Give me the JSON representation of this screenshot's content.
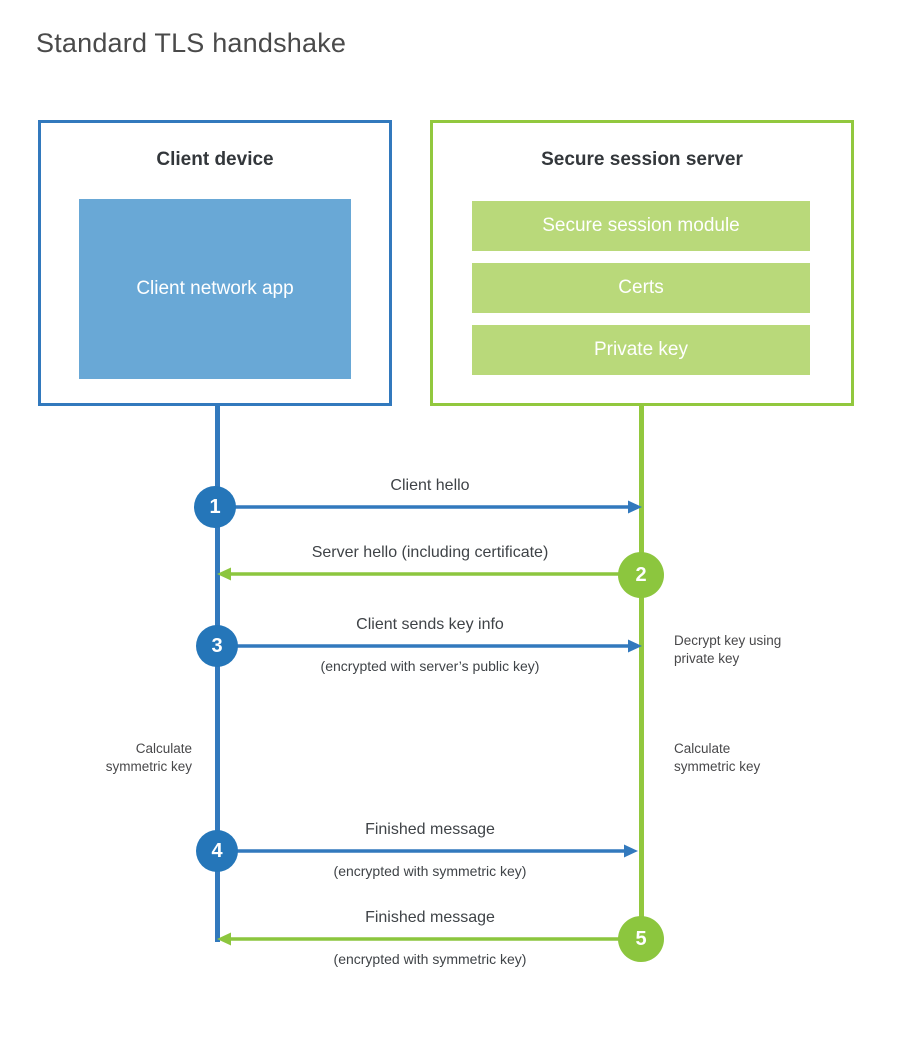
{
  "title": "Standard TLS handshake",
  "colors": {
    "client_border": "#3279bd",
    "client_fill": "#69a8d6",
    "server_border": "#92c83e",
    "server_fill": "#b9d97a",
    "client_accent": "#2576b9",
    "server_accent": "#8cc63e",
    "text": "#3c3c3c",
    "background": "#ffffff"
  },
  "client": {
    "title": "Client device",
    "app_label": "Client network app"
  },
  "server": {
    "title": "Secure session server",
    "modules": [
      {
        "label": "Secure session module"
      },
      {
        "label": "Certs"
      },
      {
        "label": "Private key"
      }
    ]
  },
  "messages": [
    {
      "step": "1",
      "label": "Client hello",
      "sublabel": "",
      "direction": "client-to-server",
      "color": "#3279bd"
    },
    {
      "step": "2",
      "label": "Server hello (including certificate)",
      "sublabel": "",
      "direction": "server-to-client",
      "color": "#8cc63e"
    },
    {
      "step": "3",
      "label": "Client sends key info",
      "sublabel": "(encrypted with server’s public key)",
      "direction": "client-to-server",
      "color": "#3279bd"
    },
    {
      "step": "4",
      "label": "Finished message",
      "sublabel": "(encrypted with symmetric key)",
      "direction": "client-to-server",
      "color": "#3279bd"
    },
    {
      "step": "5",
      "label": "Finished message",
      "sublabel": "(encrypted with symmetric key)",
      "direction": "server-to-client",
      "color": "#8cc63e"
    }
  ],
  "annotations": {
    "decrypt_key": "Decrypt key using\nprivate key",
    "client_calculate": "Calculate\nsymmetric key",
    "server_calculate": "Calculate\nsymmetric key"
  }
}
